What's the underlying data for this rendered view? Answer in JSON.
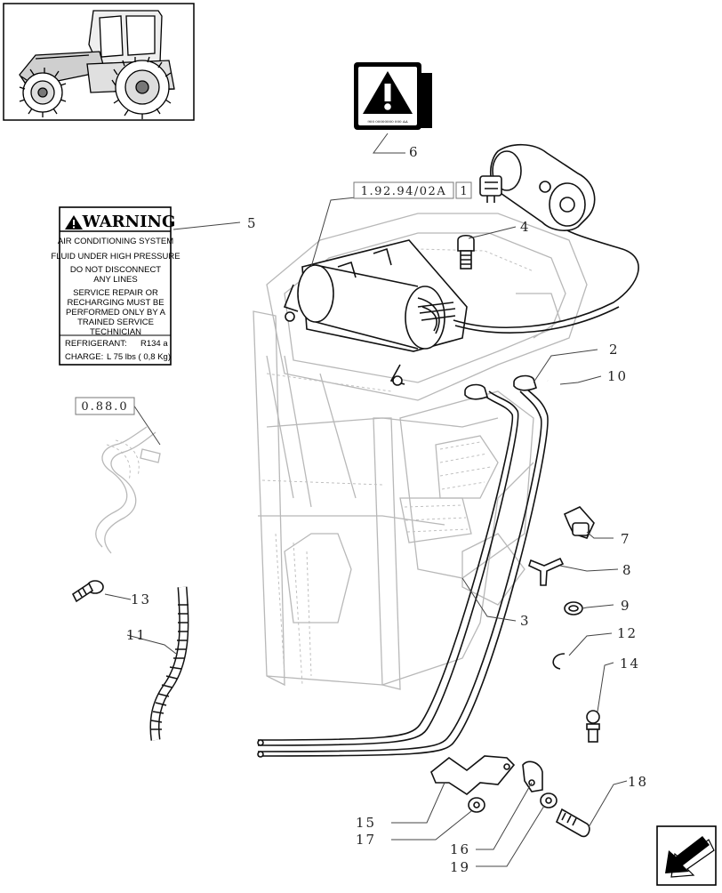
{
  "thumbnail": {
    "icon": "tractor-icon"
  },
  "decal_warning_symbol": {
    "icon": "warning-triangle-icon",
    "code": "900 00000000 000 AA"
  },
  "warning_label": {
    "heading": "WARNING",
    "line_system": "AIR CONDITIONING SYSTEM",
    "line_pressure": "FLUID UNDER HIGH PRESSURE",
    "line_disconnect_1": "DO NOT DISCONNECT",
    "line_disconnect_2": "ANY LINES",
    "line_service_1": "SERVICE REPAIR OR",
    "line_service_2": "RECHARGING MUST BE",
    "line_service_3": "PERFORMED ONLY BY A",
    "line_service_4": "TRAINED SERVICE",
    "line_service_5": "TECHNICIAN",
    "refrigerant_label": "REFRIGERANT:",
    "refrigerant_value": "R134 a",
    "charge_label": "CHARGE:",
    "charge_value": "L 75  lbs  ( 0,8  Kg)"
  },
  "references": {
    "ref_a": "1.92.94/02A",
    "ref_a_sheet": "1",
    "ref_b": "0.88.0"
  },
  "callouts": {
    "n2": "2",
    "n3": "3",
    "n4": "4",
    "n5": "5",
    "n6": "6",
    "n7": "7",
    "n8": "8",
    "n9": "9",
    "n10": "10",
    "n11": "11",
    "n12": "12",
    "n13": "13",
    "n14": "14",
    "n15": "15",
    "n16": "16",
    "n17": "17",
    "n18": "18",
    "n19": "19"
  },
  "navigation": {
    "icon": "arrow-bottom-left-icon"
  }
}
